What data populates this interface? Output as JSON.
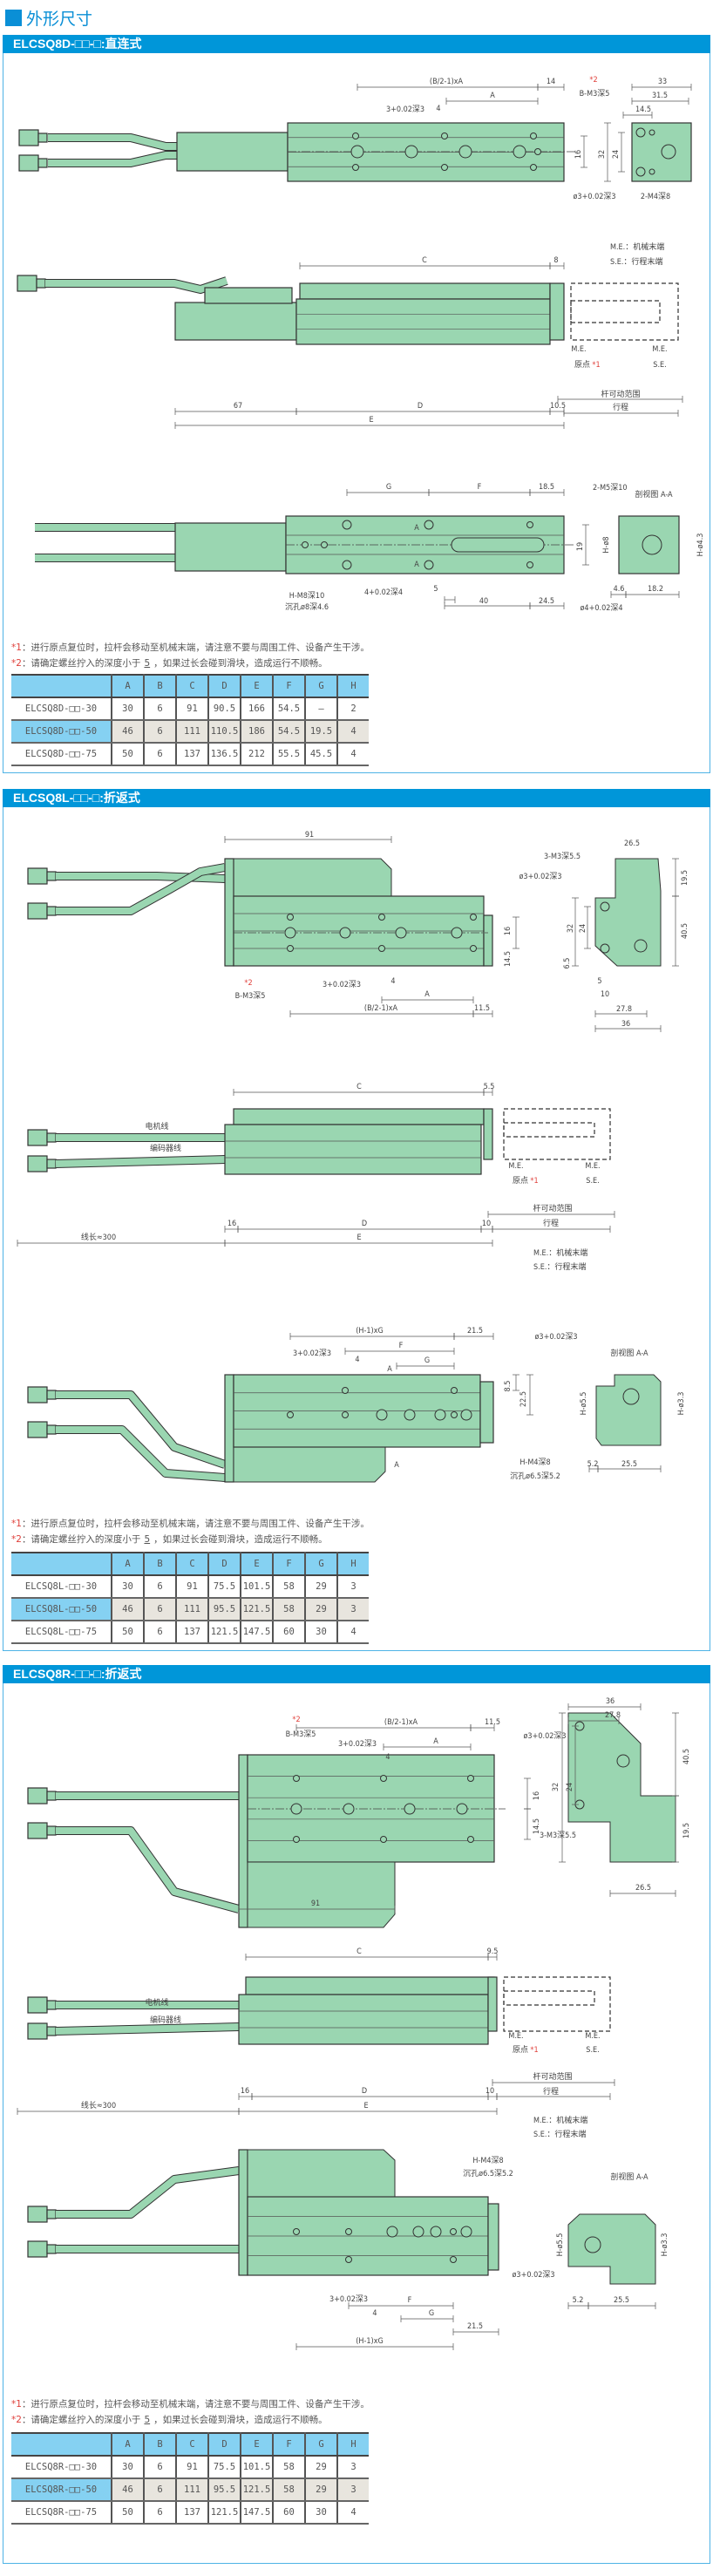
{
  "page_title": "外形尺寸",
  "sections": [
    {
      "title": "ELCSQ8D-□□-□:直连式",
      "notes": {
        "n1_mark": "*1",
        "n1_text": "：进行原点复位时，拉杆会移动至机械末端，请注意不要与周围工件、设备产生干涉。",
        "n2_mark": "*2",
        "n2_text": "：请确定螺丝拧入的深度小于",
        "n2_value": "5",
        "n2_after": "，如果过长会碰到滑块，造成运行不顺畅。"
      },
      "table": {
        "headers": [
          "",
          "A",
          "B",
          "C",
          "D",
          "E",
          "F",
          "G",
          "H"
        ],
        "rows": [
          [
            "ELCSQ8D-□□-30",
            "30",
            "6",
            "91",
            "90.5",
            "166",
            "54.5",
            "—",
            "2"
          ],
          [
            "ELCSQ8D-□□-50",
            "46",
            "6",
            "111",
            "110.5",
            "186",
            "54.5",
            "19.5",
            "4"
          ],
          [
            "ELCSQ8D-□□-75",
            "50",
            "6",
            "137",
            "136.5",
            "212",
            "55.5",
            "45.5",
            "4"
          ]
        ]
      },
      "labels": {
        "bA": "(B/2-1)xA",
        "d14": "14",
        "A": "A",
        "star2": "*2",
        "bm3": "B-M3深5",
        "d33": "33",
        "d315": "31.5",
        "d145": "14.5",
        "d16": "16",
        "d32": "32",
        "d24": "24",
        "pin": "ø3+0.02深3",
        "m4": "2-M4深8",
        "slot": "3+0.02深3",
        "d4": "4",
        "me_legend": "M.E.：机械末端",
        "se_legend": "S.E.：行程末端",
        "C": "C",
        "d8": "8",
        "me1": "M.E.",
        "origin": "原点",
        "star1": "*1",
        "me2": "M.E.",
        "se2": "S.E.",
        "range": "杆可动范围",
        "stroke": "行程",
        "d67": "67",
        "D": "D",
        "d105": "10.5",
        "E": "E",
        "G": "G",
        "F": "F",
        "d185": "18.5",
        "m5": "2-M5深10",
        "section": "剖视图 A-A",
        "d19": "19",
        "h8": "H-ø8",
        "h43": "H-ø4.3",
        "pin4": "4+0.02深4",
        "d5": "5",
        "d40": "40",
        "d245": "24.5",
        "hm8": "H-M8深10",
        "cb8": "沉孔ø8深4.6",
        "pin4b": "ø4+0.02深4",
        "d46": "4.6",
        "d182": "18.2",
        "Aa": "A",
        "Ab": "A"
      }
    },
    {
      "title": "ELCSQ8L-□□-□:折返式",
      "notes": {
        "n1_mark": "*1",
        "n1_text": "：进行原点复位时，拉杆会移动至机械末端，请注意不要与周围工件、设备产生干涉。",
        "n2_mark": "*2",
        "n2_text": "：请确定螺丝拧入的深度小于",
        "n2_value": "5",
        "n2_after": "，如果过长会碰到滑块，造成运行不顺畅。"
      },
      "table": {
        "headers": [
          "",
          "A",
          "B",
          "C",
          "D",
          "E",
          "F",
          "G",
          "H"
        ],
        "rows": [
          [
            "ELCSQ8L-□□-30",
            "30",
            "6",
            "91",
            "75.5",
            "101.5",
            "58",
            "29",
            "3"
          ],
          [
            "ELCSQ8L-□□-50",
            "46",
            "6",
            "111",
            "95.5",
            "121.5",
            "58",
            "29",
            "3"
          ],
          [
            "ELCSQ8L-□□-75",
            "50",
            "6",
            "137",
            "121.5",
            "147.5",
            "60",
            "30",
            "4"
          ]
        ]
      },
      "labels": {
        "d91": "91",
        "m355": "3-M3深5.5",
        "pin": "ø3+0.02深3",
        "d265": "26.5",
        "d195": "19.5",
        "d32": "32",
        "d24": "24",
        "d405": "40.5",
        "d16": "16",
        "d145": "14.5",
        "d65": "6.5",
        "star2": "*2",
        "bm3": "B-M3深5",
        "slot": "3+0.02深3",
        "d4": "4",
        "A": "A",
        "bA": "(B/2-1)xA",
        "d115": "11.5",
        "d5": "5",
        "d10": "10",
        "d278": "27.8",
        "d36": "36",
        "C": "C",
        "d55": "5.5",
        "me1": "M.E.",
        "origin": "原点",
        "star1": "*1",
        "me2": "M.E.",
        "se2": "S.E.",
        "range": "杆可动范围",
        "stroke": "行程",
        "d16b": "16",
        "D": "D",
        "d10b": "10",
        "E": "E",
        "cable_len": "线长≈300",
        "motor_cable": "电机线",
        "enc_cable": "编码器线",
        "me_legend": "M.E.：机械末端",
        "se_legend": "S.E.：行程末端",
        "hG": "(H-1)xG",
        "d215": "21.5",
        "pin2": "ø3+0.02深3",
        "slot2": "3+0.02深3",
        "d4b": "4",
        "F": "F",
        "G": "G",
        "Aa": "A",
        "d85": "8.5",
        "d225": "22.5",
        "section": "剖视图 A-A",
        "h55": "H-ø5.5",
        "h33": "H-ø3.3",
        "Ab": "A",
        "hm4": "H-M4深8",
        "cb65": "沉孔ø6.5深5.2",
        "d52": "5.2",
        "d255": "25.5"
      }
    },
    {
      "title": "ELCSQ8R-□□-□:折返式",
      "notes": {
        "n1_mark": "*1",
        "n1_text": "：进行原点复位时，拉杆会移动至机械末端，请注意不要与周围工件、设备产生干涉。",
        "n2_mark": "*2",
        "n2_text": "：请确定螺丝拧入的深度小于",
        "n2_value": "5",
        "n2_after": "，如果过长会碰到滑块，造成运行不顺畅。"
      },
      "table": {
        "headers": [
          "",
          "A",
          "B",
          "C",
          "D",
          "E",
          "F",
          "G",
          "H"
        ],
        "rows": [
          [
            "ELCSQ8R-□□-30",
            "30",
            "6",
            "91",
            "75.5",
            "101.5",
            "58",
            "29",
            "3"
          ],
          [
            "ELCSQ8R-□□-50",
            "46",
            "6",
            "111",
            "95.5",
            "121.5",
            "58",
            "29",
            "3"
          ],
          [
            "ELCSQ8R-□□-75",
            "50",
            "6",
            "137",
            "121.5",
            "147.5",
            "60",
            "30",
            "4"
          ]
        ]
      },
      "labels": {
        "star2": "*2",
        "bm3": "B-M3深5",
        "bA": "(B/2-1)xA",
        "d115": "11.5",
        "pin": "ø3+0.02深3",
        "d36": "36",
        "d278": "27.8",
        "slot": "3+0.02深3",
        "d4": "4",
        "A": "A",
        "d16": "16",
        "d145": "14.5",
        "d405": "40.5",
        "d32": "32",
        "d24": "24",
        "m355": "3-M3深5.5",
        "d195": "19.5",
        "d265": "26.5",
        "d91": "91",
        "C": "C",
        "d95": "9.5",
        "me1": "M.E.",
        "origin": "原点",
        "star1": "*1",
        "me2": "M.E.",
        "se2": "S.E.",
        "range": "杆可动范围",
        "stroke": "行程",
        "d16b": "16",
        "D": "D",
        "d10": "10",
        "E": "E",
        "cable_len": "线长≈300",
        "motor_cable": "电机线",
        "enc_cable": "编码器线",
        "me_legend": "M.E.：机械末端",
        "se_legend": "S.E.：行程末端",
        "hm4": "H-M4深8",
        "cb65": "沉孔ø6.5深5.2",
        "section": "剖视图 A-A",
        "slot2": "3+0.02深3",
        "d4b": "4",
        "F": "F",
        "G": "G",
        "d215": "21.5",
        "hG": "(H-1)xG",
        "d52": "5.2",
        "d255": "25.5",
        "h55": "H-ø5.5",
        "h33": "H-ø3.3",
        "pin2": "ø3+0.02深3"
      }
    }
  ],
  "colors": {
    "accent": "#0096d9",
    "body_fill": "#9ad6b1",
    "table_header": "#85d1f2",
    "note_mark": "#e0413c"
  }
}
